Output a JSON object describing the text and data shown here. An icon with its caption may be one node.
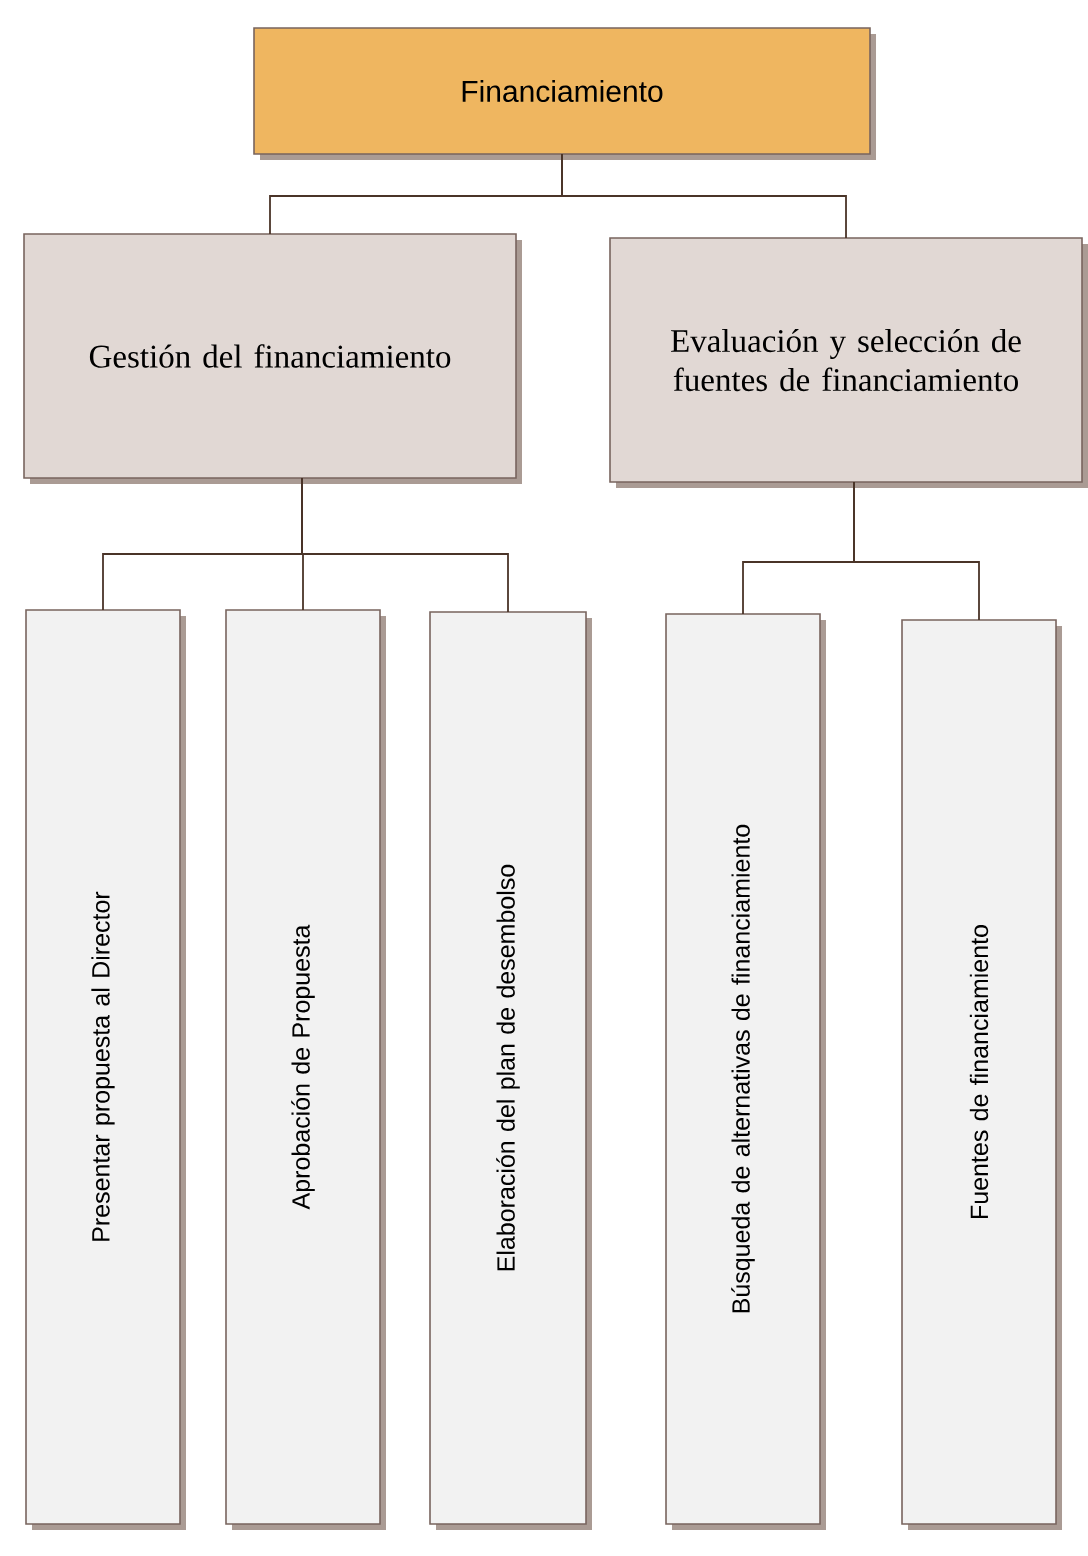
{
  "diagram": {
    "nodes": [
      {
        "text": [
          "Financiamiento"
        ]
      },
      {
        "text": [
          "Gestión del financiamiento"
        ]
      },
      {
        "text": [
          "Evaluación y selección de fuentes de financiamiento"
        ]
      },
      {
        "text": [
          "Presentar propuesta al Director"
        ]
      },
      {
        "text": [
          "Aprobación de Propuesta"
        ]
      },
      {
        "text": [
          "Elaboración del plan de desembolso"
        ]
      },
      {
        "text": [
          "Búsqueda de alternativas de financiamiento"
        ]
      },
      {
        "text": [
          "Fuentes de financiamiento"
        ]
      }
    ],
    "edges": [
      {
        "from": 0,
        "to": 1,
        "arrow": "none"
      },
      {
        "from": 0,
        "to": 2,
        "arrow": "none"
      },
      {
        "from": 1,
        "to": 3,
        "arrow": "none"
      },
      {
        "from": 1,
        "to": 4,
        "arrow": "none"
      },
      {
        "from": 1,
        "to": 5,
        "arrow": "none"
      },
      {
        "from": 2,
        "to": 6,
        "arrow": "none"
      },
      {
        "from": 2,
        "to": 7,
        "arrow": "none"
      }
    ]
  }
}
